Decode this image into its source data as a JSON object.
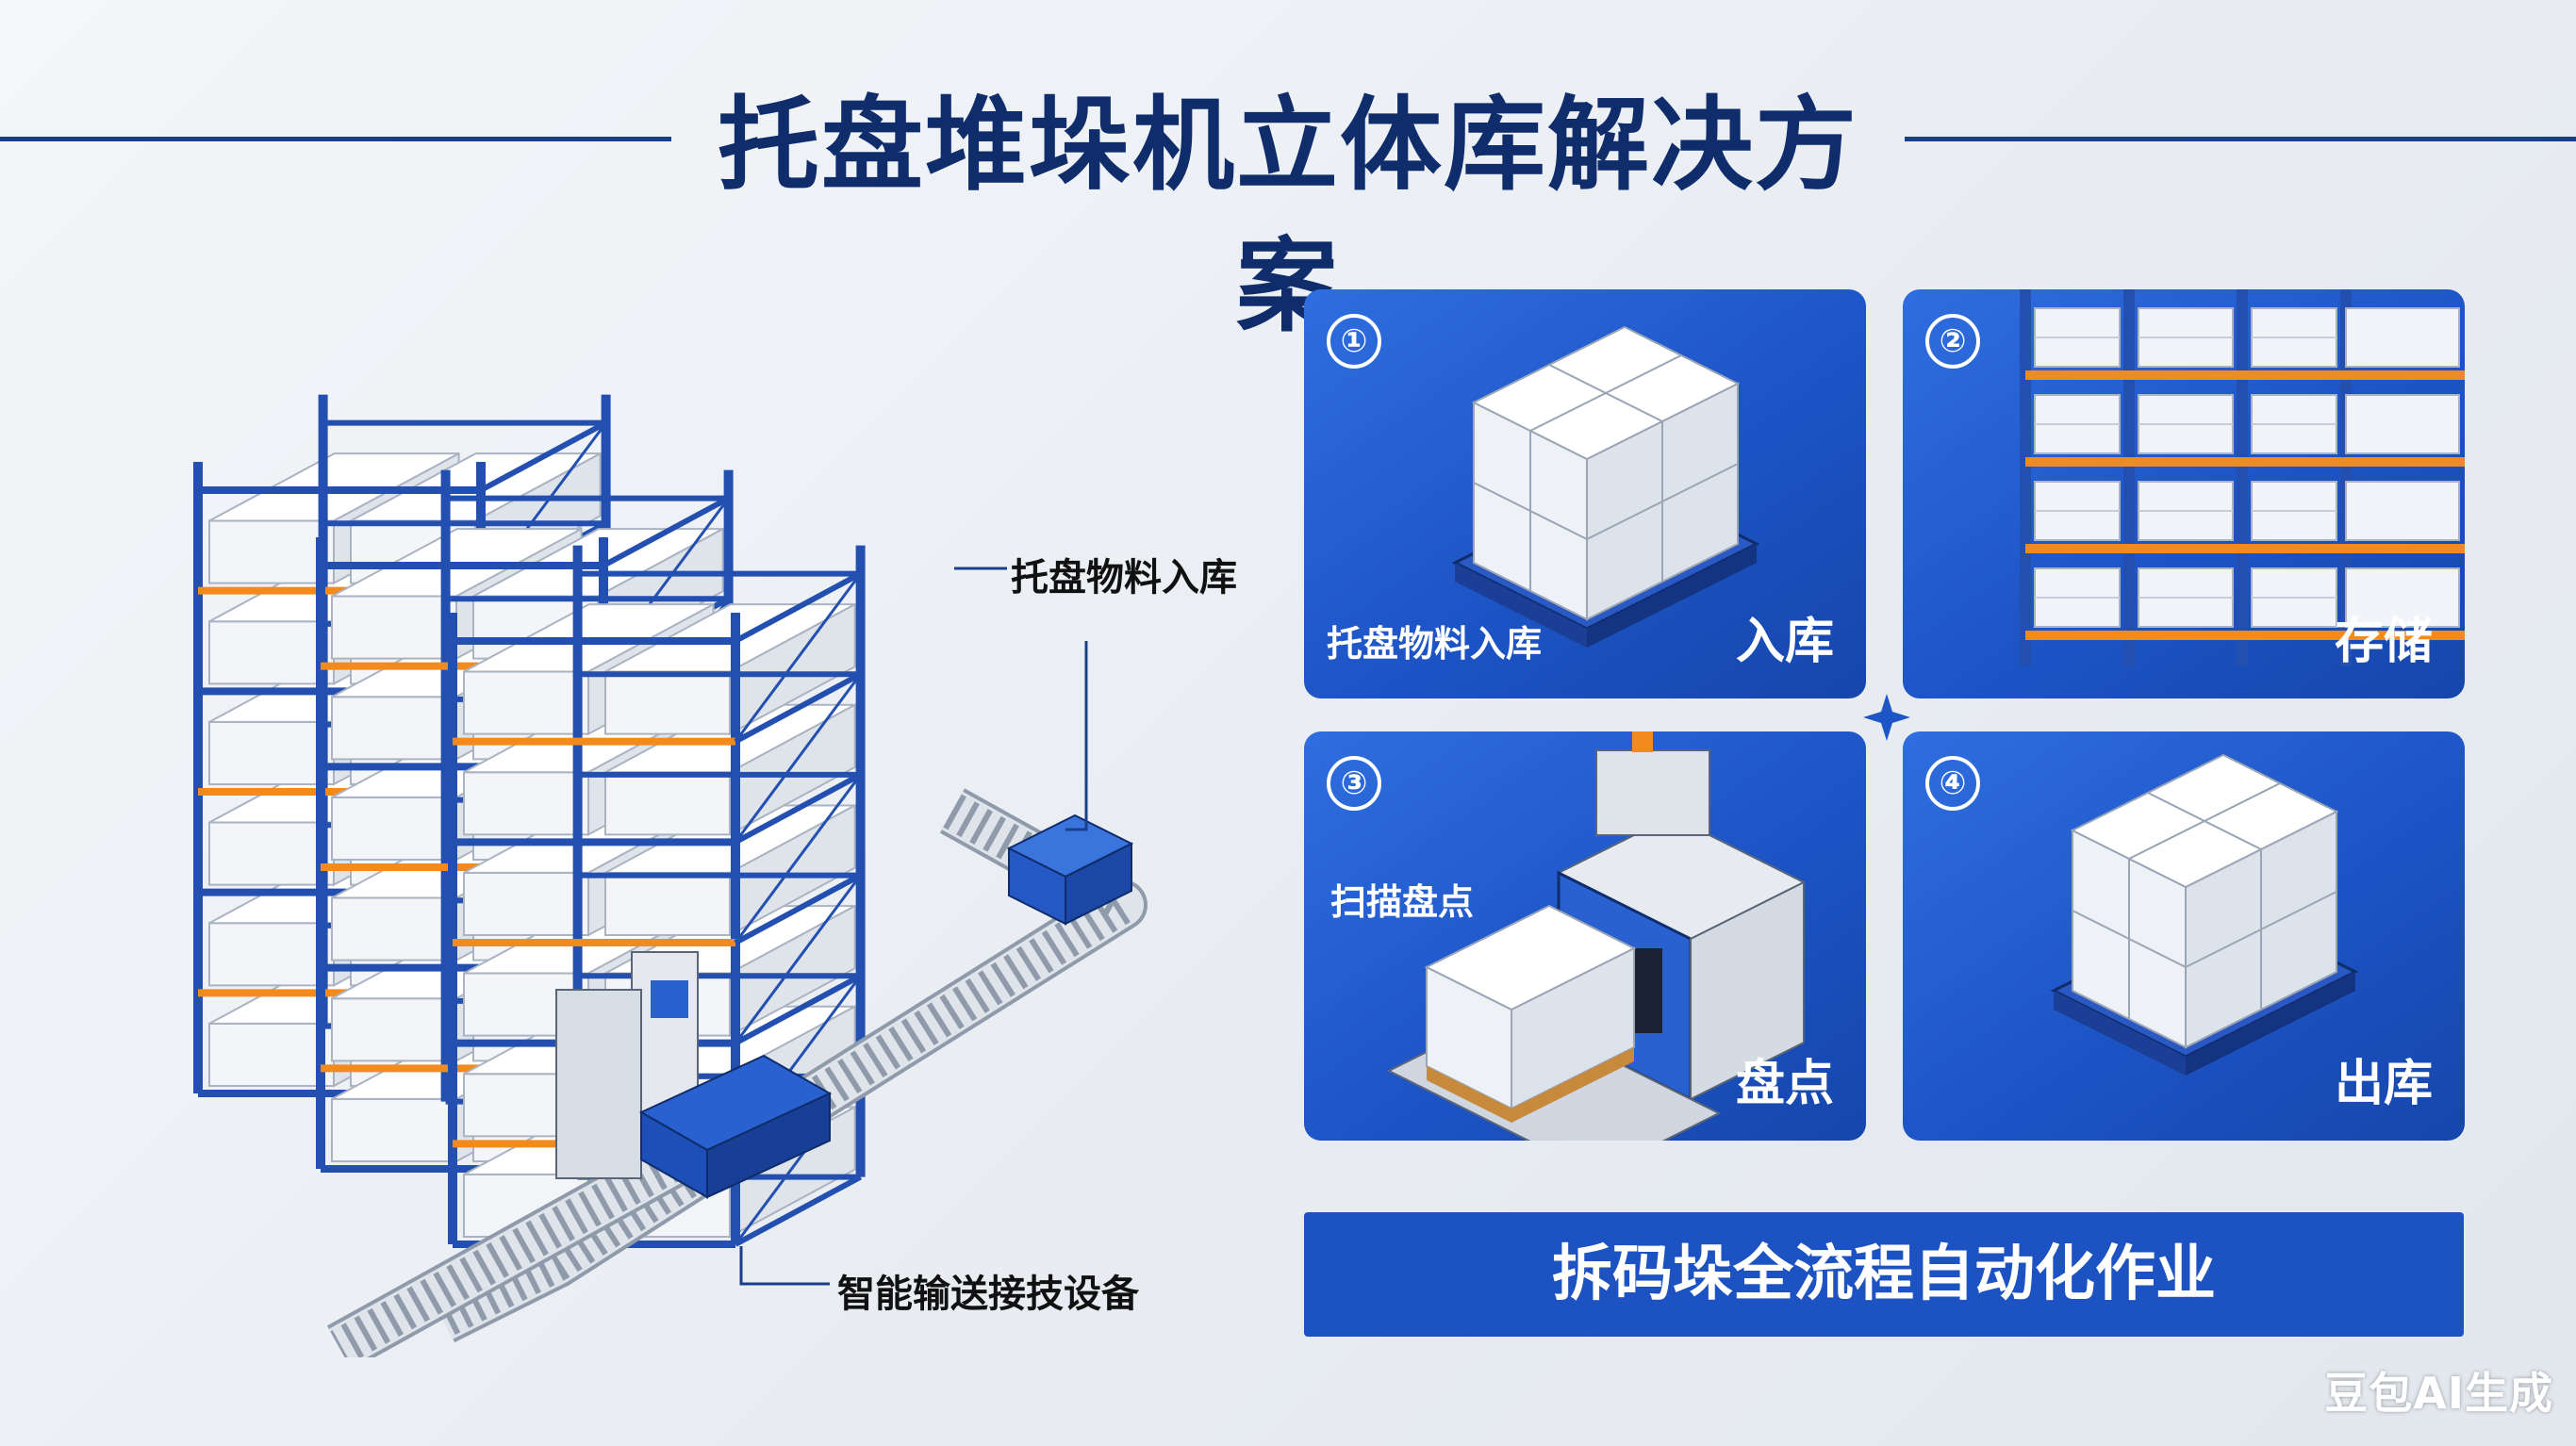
{
  "title": "托盘堆垛机立体库解决方案",
  "callouts": {
    "inbound": "托盘物料入库",
    "conveyor": "智能输送接技设备"
  },
  "steps": [
    {
      "number": "①",
      "title": "入库",
      "subtitle": "托盘物料入库"
    },
    {
      "number": "②",
      "title": "存储"
    },
    {
      "number": "③",
      "title": "盘点",
      "subtitle": "扫描盘点"
    },
    {
      "number": "④",
      "title": "出库"
    }
  ],
  "banner": "拆码垛全流程自动化作业",
  "watermark": "豆包AI生成",
  "colors": {
    "title": "#0f2c6b",
    "panel_blue": "#1d54c6",
    "rack_blue": "#2350b0",
    "beam_orange": "#f28a1e"
  }
}
